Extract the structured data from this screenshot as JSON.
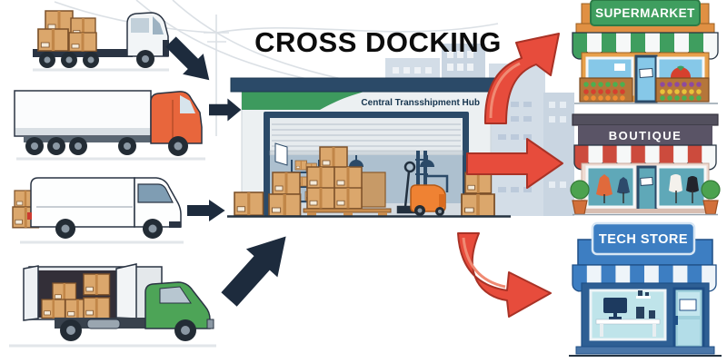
{
  "diagram": {
    "title": "CROSS DOCKING",
    "hub": {
      "label": "Central Transshipment Hub"
    },
    "inbound_vehicles": [
      {
        "name": "flatbed truck carrying boxes"
      },
      {
        "name": "semi-trailer truck"
      },
      {
        "name": "delivery van"
      },
      {
        "name": "box truck with open cargo doors"
      }
    ],
    "destinations": [
      {
        "label": "SUPERMARKET",
        "sign_color": "#3f9e5f",
        "awning": "green-white"
      },
      {
        "label": "BOUTIQUE",
        "sign_color": "#5a5466",
        "awning": "red-white"
      },
      {
        "label": "TECH STORE",
        "sign_color": "#3d7ec2",
        "awning": "blue-white"
      }
    ],
    "colors": {
      "inbound_arrow": "#1d2b3d",
      "outbound_arrow": "#e74c3c",
      "hub_roof_navy": "#2b4a68",
      "hub_accent_green": "#3d9a5e",
      "cardboard": "#dba76c"
    }
  }
}
